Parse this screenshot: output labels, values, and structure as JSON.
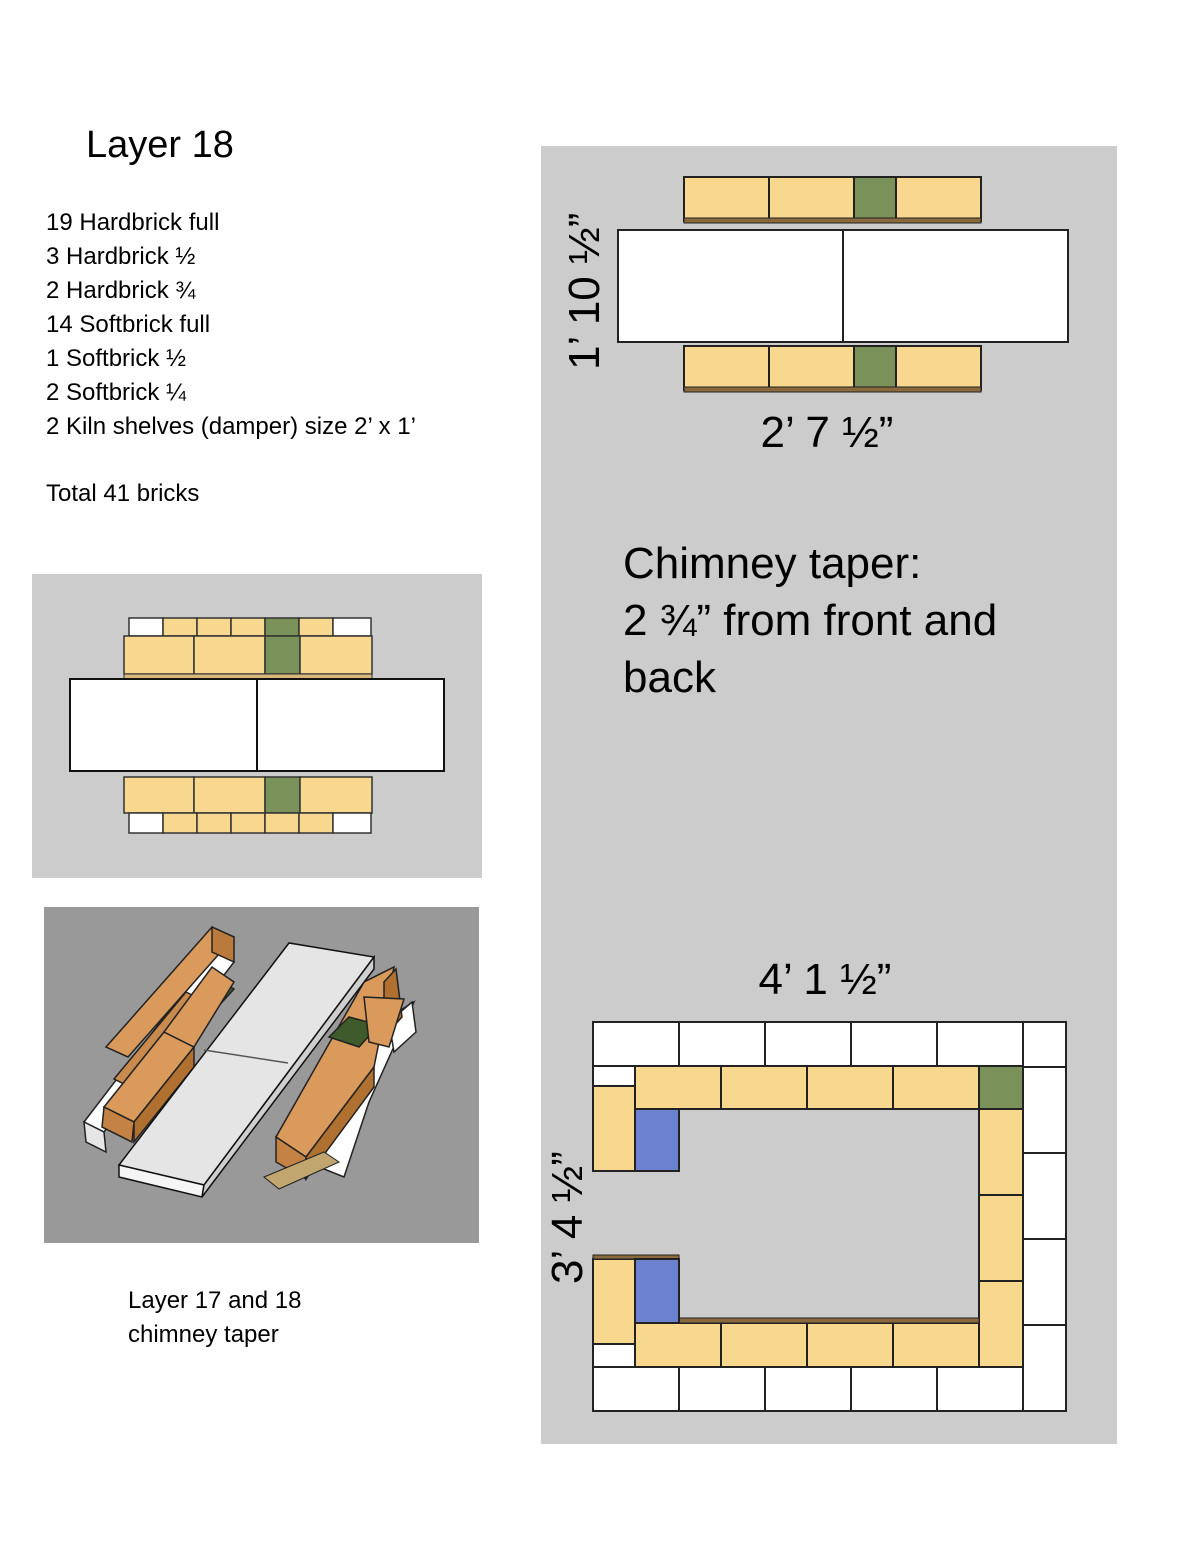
{
  "title": "Layer 18",
  "materials": [
    "19 Hardbrick full",
    "3 Hardbrick ½",
    "2 Hardbrick ¾",
    "14 Softbrick full",
    "1 Softbrick ½",
    "2 Softbrick ¼",
    "2 Kiln shelves (damper) size 2’ x 1’"
  ],
  "total": "Total 41 bricks",
  "caption": [
    "Layer 17 and 18",
    "chimney taper"
  ],
  "dimensions": {
    "chimney_height": "1’ 10 ½”",
    "chimney_width": "2’ 7 ½”",
    "base_width": "4’ 1 ½”",
    "base_height": "3’ 4 ½”"
  },
  "note_lines": [
    "Chimney taper:",
    "2 ¾” from front and",
    "back"
  ],
  "colors": {
    "hardbrick": "#f7d88e",
    "softbrick": "#ffffff",
    "accent_green": "#7a915a",
    "accent_blue": "#6c82cf",
    "panel_bg": "#cccccc",
    "render_bg": "#999999",
    "shelf": "#ffffff"
  }
}
